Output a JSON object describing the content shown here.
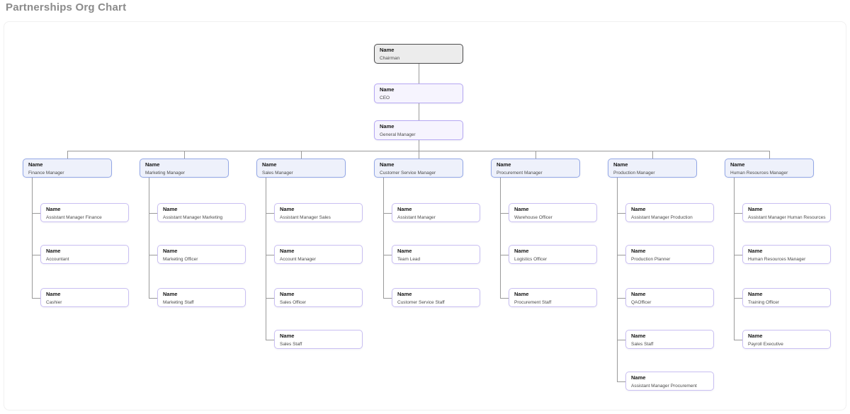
{
  "page_title": "Partnerships Org Chart",
  "org": {
    "label_field": "Name",
    "root": {
      "role": "Chairman"
    },
    "chain": [
      {
        "role": "CEO"
      },
      {
        "role": "General Manager"
      }
    ],
    "branches": [
      {
        "role": "Finance Manager",
        "children": [
          "Assistant Manager Finance",
          "Accountant",
          "Cashier"
        ]
      },
      {
        "role": "Marketing Manager",
        "children": [
          "Assistant Manager Marketing",
          "Marketing Officer",
          "Marketing Staff"
        ]
      },
      {
        "role": "Sales Manager",
        "children": [
          "Assistant Manager Sales",
          "Account Manager",
          "Sales Officer",
          "Sales Staff"
        ]
      },
      {
        "role": "Customer Service Manager",
        "children": [
          "Assistant Manager",
          "Team Lead",
          "Customer Service Staff"
        ]
      },
      {
        "role": "Procurement Manager",
        "children": [
          "Warehouse Officer",
          "Logistics Officer",
          "Procurement Staff"
        ]
      },
      {
        "role": "Production Manager",
        "children": [
          "Assistant Manager Production",
          "Production Planner",
          "QAOfficer",
          "Sales Staff",
          "Assistant Manager Procurement"
        ]
      },
      {
        "role": "Human Resources Manager",
        "children": [
          "Assistant Manager Human Resources",
          "Human Resources Manager",
          "Training Officer",
          "Payroll Executive"
        ]
      }
    ],
    "colors": {
      "root_bg": "#ececec",
      "root_border": "#4d4d4d",
      "chain_bg": "#f6f4fe",
      "chain_border": "#b5a7f2",
      "manager_bg": "#eef1fb",
      "manager_border": "#93a7e6",
      "child_bg": "#ffffff",
      "child_border": "#c9bff2",
      "line": "#9a9a9a"
    }
  }
}
